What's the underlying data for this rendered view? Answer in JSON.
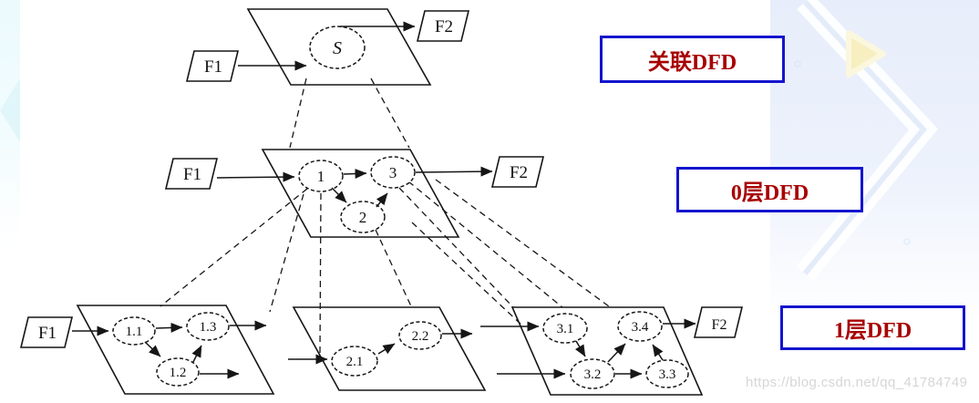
{
  "annotations": {
    "context_label": "关联DFD",
    "level0_label": "0层DFD",
    "level1_label": "1层DFD"
  },
  "diagram": {
    "external_entities": {
      "f1": "F1",
      "f2": "F2"
    },
    "context_level": {
      "process": "S"
    },
    "level0": {
      "processes": [
        "1",
        "2",
        "3"
      ]
    },
    "level1": {
      "plane1_processes": [
        "1.1",
        "1.2",
        "1.3"
      ],
      "plane2_processes": [
        "2.1",
        "2.2"
      ],
      "plane3_processes": [
        "3.1",
        "3.2",
        "3.3",
        "3.4"
      ]
    }
  },
  "watermark": "https://blog.csdn.net/qq_41784749",
  "colors": {
    "label_box_border": "#1414CE",
    "label_text": "#A80000",
    "diagram_line": "#161616",
    "watermark_text": "#D6D6D6",
    "right_panel_tint": "#E7EDFA",
    "left_strip_tint": "#ECFAFD",
    "deco_triangle": "#F7EFBF"
  }
}
